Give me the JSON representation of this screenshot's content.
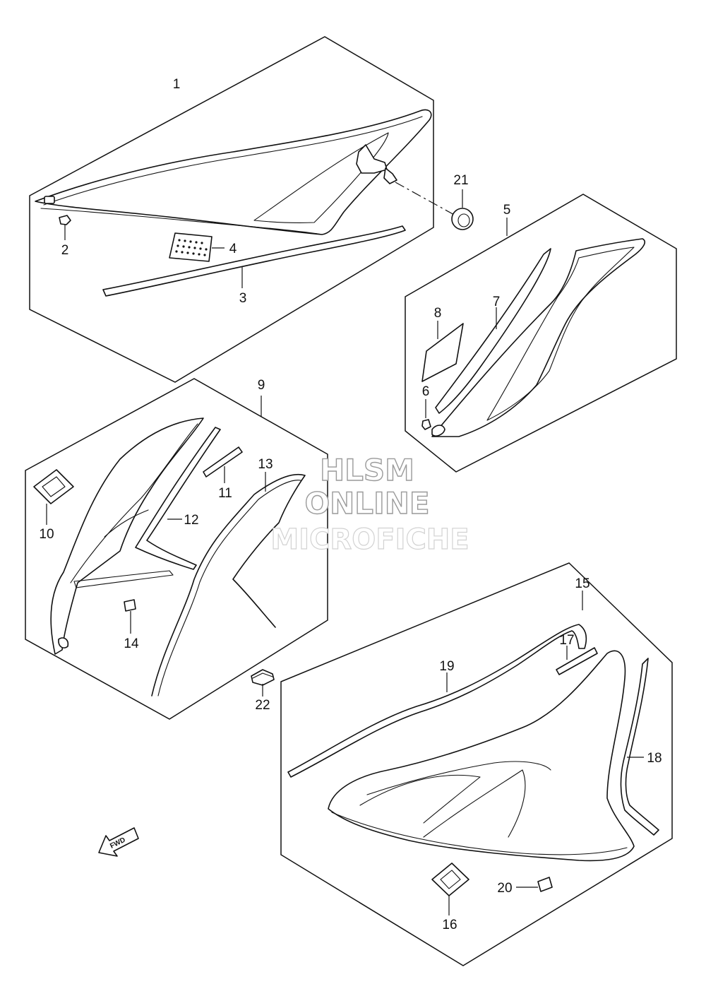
{
  "watermark": {
    "line1": "HLSM",
    "line2": "ONLINE",
    "line3": "MICROFICHE"
  },
  "fwd_arrow_label": "FWD",
  "callouts": [
    "1",
    "2",
    "3",
    "4",
    "5",
    "6",
    "7",
    "8",
    "9",
    "10",
    "11",
    "12",
    "13",
    "14",
    "15",
    "16",
    "17",
    "18",
    "19",
    "20",
    "21",
    "22"
  ]
}
